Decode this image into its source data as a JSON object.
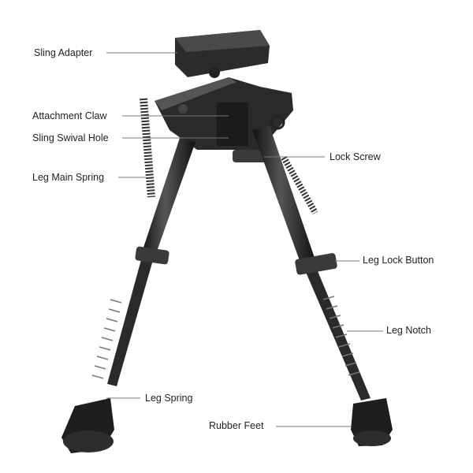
{
  "labels": {
    "sling_adapter": "Sling Adapter",
    "attachment_claw": "Attachment Claw",
    "sling_swival_hole": "Sling Swival Hole",
    "leg_main_spring": "Leg Main Spring",
    "lock_screw": "Lock Screw",
    "leg_lock_button": "Leg Lock Button",
    "leg_notch": "Leg Notch",
    "leg_spring": "Leg Spring",
    "rubber_feet": "Rubber Feet"
  },
  "colors": {
    "metal": "#2a2a2a",
    "metal_light": "#555555",
    "leader": "#777777"
  }
}
